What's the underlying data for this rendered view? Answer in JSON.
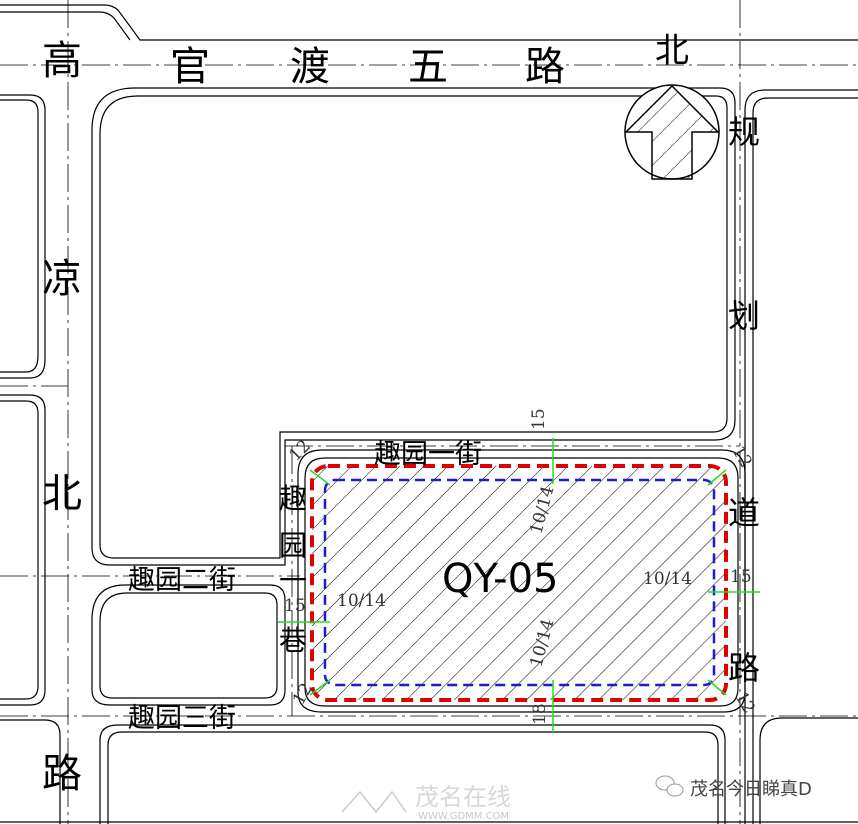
{
  "roads": {
    "top": [
      "高",
      "官",
      "渡",
      "五",
      "路"
    ],
    "left": [
      "凉",
      "北",
      "路"
    ],
    "right": [
      "规",
      "划",
      "道",
      "路"
    ],
    "street1": "趣园一街",
    "street2": "趣园二街",
    "street3": "趣园三街",
    "lane": [
      "趣",
      "园",
      "一",
      "巷"
    ]
  },
  "north_label": "北",
  "parcel": {
    "id": "QY-05"
  },
  "dimensions": {
    "top_setback": "15",
    "top_corner": "12",
    "top_right_corner": "12",
    "bottom_left_corner": "12",
    "bottom_right_corner": "12",
    "left_setback": "15",
    "right_setback": "15",
    "bottom_setback": "18",
    "inner_top": "10/14",
    "inner_bottom": "10/14",
    "inner_left": "10/14",
    "inner_right": "10/14"
  },
  "watermark": {
    "site_cn": "茂名在线",
    "site_url": "WWW.GDMM.COM",
    "account": "茂名今日睇真D"
  },
  "colors": {
    "red_line": "#e00000",
    "blue_line": "#1a1ad8",
    "green_dim": "#1ee01e"
  }
}
